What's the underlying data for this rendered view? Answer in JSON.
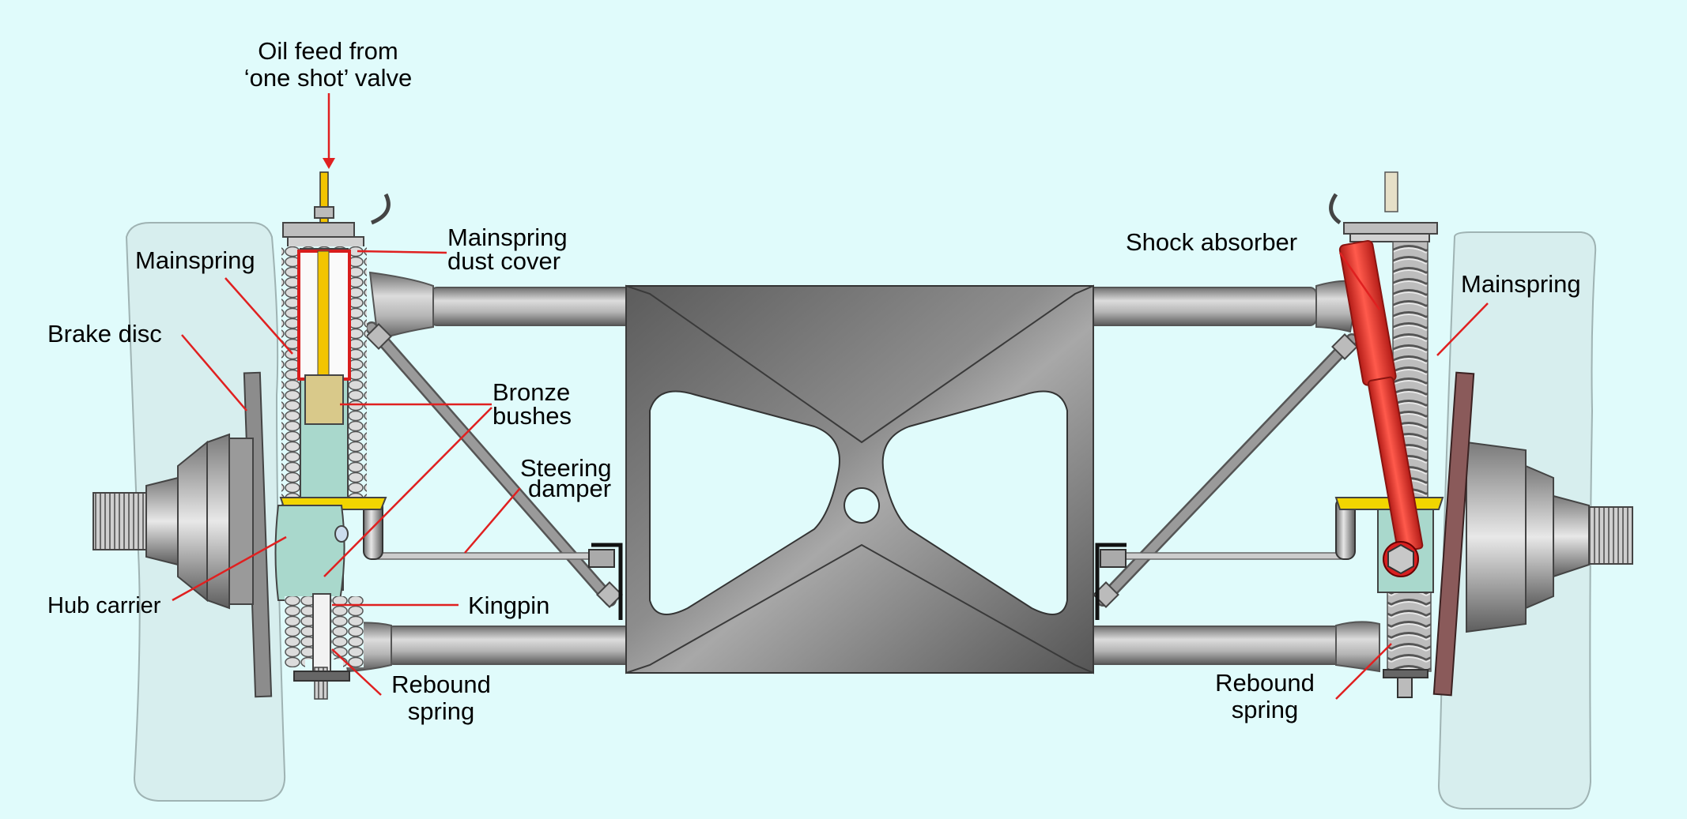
{
  "labels": {
    "oil_feed": [
      "Oil feed from",
      "‘one shot’ valve"
    ],
    "mainspring_dust_cover": [
      "Mainspring",
      "dust cover"
    ],
    "mainspring_left": "Mainspring",
    "brake_disc": "Brake disc",
    "bronze_bushes": [
      "Bronze",
      "bushes"
    ],
    "steering_damper": [
      "Steering",
      "damper"
    ],
    "hub_carrier": "Hub carrier",
    "kingpin": "Kingpin",
    "rebound_spring_left": [
      "Rebound",
      "spring"
    ],
    "shock_absorber": "Shock absorber",
    "mainspring_right": "Mainspring",
    "rebound_spring_right": [
      "Rebound",
      "spring"
    ]
  },
  "colors": {
    "background": "#e0fbfb",
    "leader_line": "#e02020",
    "metal": "#8a8a8a",
    "shock_absorber": "#e8302a",
    "hub_carrier": "#a9d8cc",
    "bronze": "#d9c98a",
    "wheel": "#d7eeee"
  }
}
